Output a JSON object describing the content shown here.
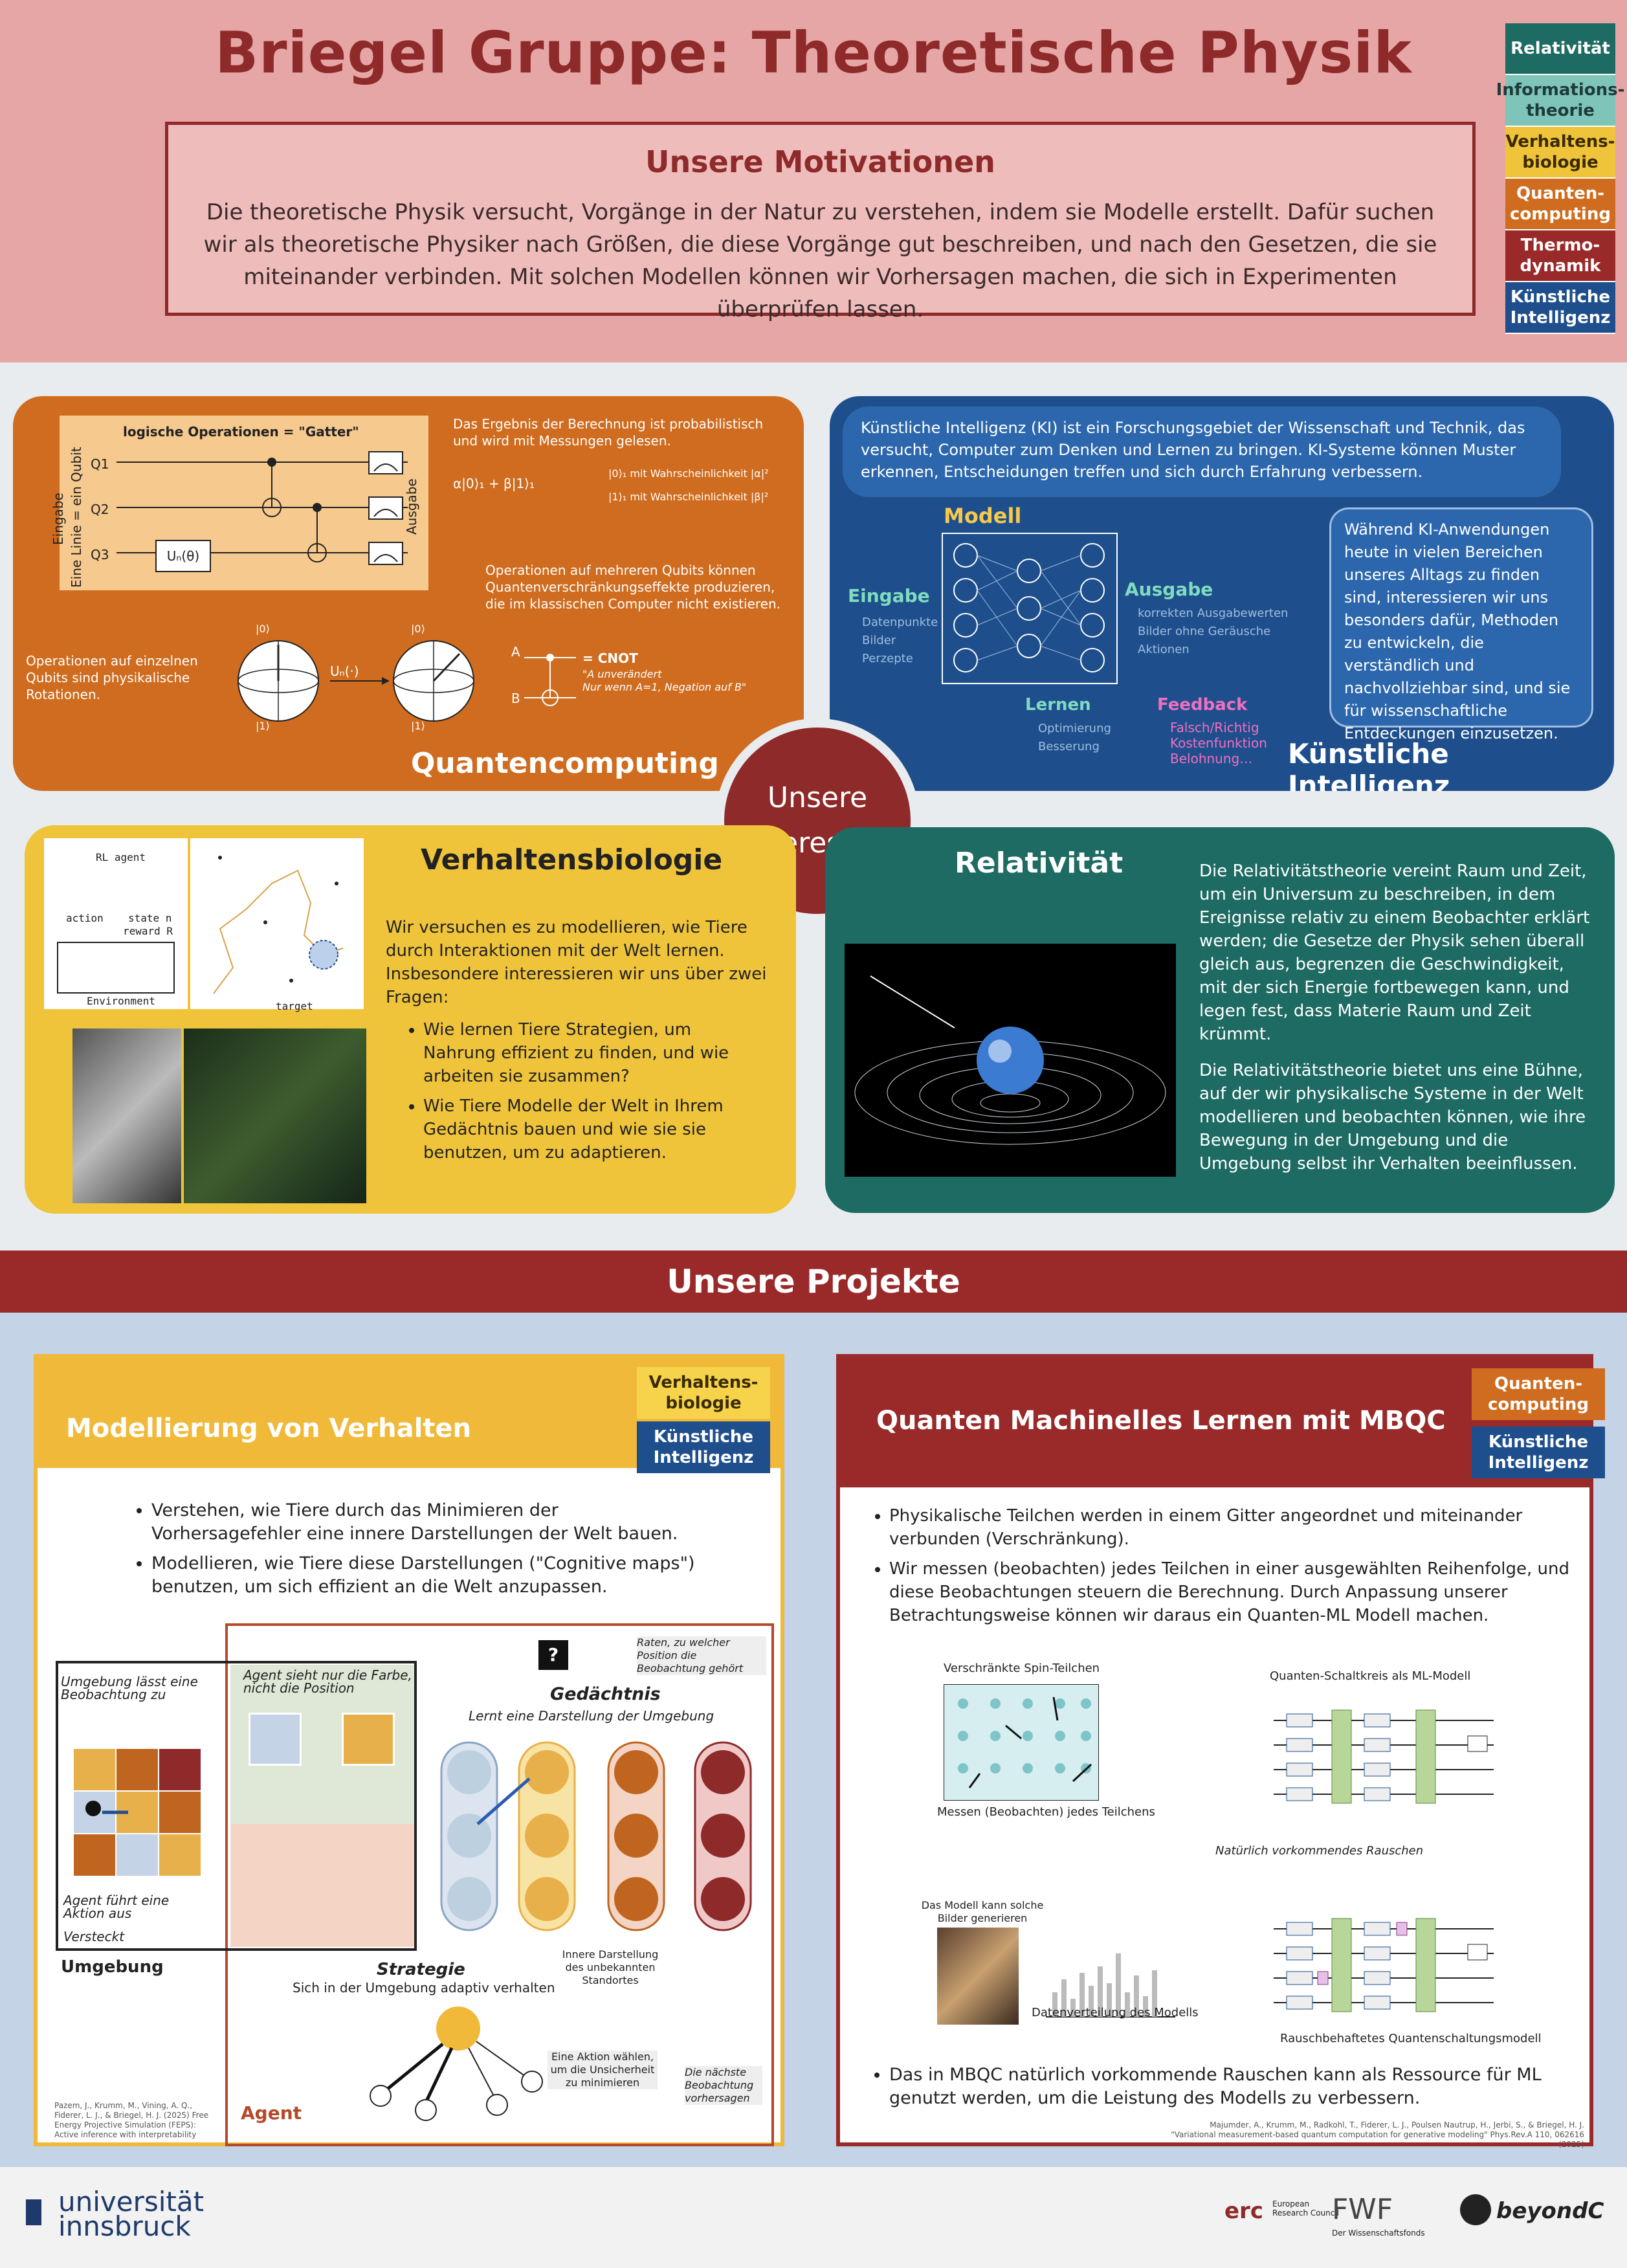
{
  "header": {
    "title": "Briegel Gruppe: Theoretische Physik",
    "motivation_title": "Unsere Motivationen",
    "motivation_text": "Die theoretische Physik versucht, Vorgänge in der Natur zu verstehen, indem sie Modelle erstellt. Dafür suchen wir als theoretische Physiker nach Größen, die diese Vorgänge gut beschreiben, und nach den Gesetzen, die sie miteinander verbinden. Mit solchen Modellen können wir Vorhersagen machen, die sich in Experimenten überprüfen lassen."
  },
  "legend": [
    {
      "label": "Relativität",
      "color": "#1e6b63",
      "text_color": "#ffffff"
    },
    {
      "label": "Informations-theorie",
      "color": "#7fc4b8",
      "text_color": "#1e3a3a"
    },
    {
      "label": "Verhaltens-biologie",
      "color": "#f0c43a",
      "text_color": "#3a2a00"
    },
    {
      "label": "Quanten-computing",
      "color": "#cf6c1f",
      "text_color": "#ffffff"
    },
    {
      "label": "Thermo-dynamik",
      "color": "#9a2a2a",
      "text_color": "#ffffff"
    },
    {
      "label": "Künstliche Intelligenz",
      "color": "#1e4f8c",
      "text_color": "#ffffff"
    }
  ],
  "center": {
    "label_line1": "Unsere",
    "label_line2": "Interessen"
  },
  "quantum": {
    "title": "Quantencomputing",
    "gates_label": "logische Operationen = \"Gatter\"",
    "input_label": "Eingabe",
    "qubit_label": "Eine Linie = ein Qubit",
    "output_label": "Ausgabe",
    "q1": "Q1",
    "q2": "Q2",
    "q3": "Q3",
    "gate": "Uₙ(θ)",
    "measure_text": "Das Ergebnis der Berechnung ist probabilistisch und wird mit Messungen gelesen.",
    "state": "α|0⟩₁ + β|1⟩₁",
    "outcome0": "|0⟩₁ mit Wahrscheinlichkeit |α|²",
    "outcome1": "|1⟩₁ mit Wahrscheinlichkeit |β|²",
    "multi_text": "Operationen auf mehreren Qubits können Quantenverschränkungseffekte produzieren, die im klassischen Computer nicht existieren.",
    "cnot": "= CNOT",
    "cnot_note1": "\"A unverändert",
    "cnot_note2": "Nur wenn A=1, Negation auf B\"",
    "a": "A",
    "b": "B",
    "single_text": "Operationen auf einzelnen Qubits sind physikalische Rotationen.",
    "ket0": "|0⟩",
    "ket1": "|1⟩",
    "rot": "Uₙ(·)"
  },
  "ai": {
    "title": "Künstliche Intelligenz",
    "intro": "Künstliche Intelligenz (KI) ist ein Forschungsgebiet der Wissenschaft und Technik, das versucht, Computer zum Denken und Lernen zu bringen. KI-Systeme können Muster erkennen, Entscheidungen treffen und sich durch Erfahrung verbessern.",
    "model": "Modell",
    "input": "Eingabe",
    "inputs": [
      "Datenpunkte",
      "Bilder",
      "Perzepte"
    ],
    "output": "Ausgabe",
    "outputs": [
      "korrekten Ausgabewerten",
      "Bilder ohne Geräusche",
      "Aktionen"
    ],
    "learn": "Lernen",
    "learns": [
      "Optimierung",
      "Besserung"
    ],
    "feedback": "Feedback",
    "feedbacks": [
      "Falsch/Richtig",
      "Kostenfunktion",
      "Belohnung…"
    ],
    "box_text": "Während KI-Anwendungen heute in vielen Bereichen unseres Alltags zu finden sind, interessieren wir uns besonders dafür, Methoden zu entwickeln, die verständlich und nachvollziehbar sind, und sie für wissenschaftliche Entdeckungen einzusetzen."
  },
  "behavior": {
    "title": "Verhaltensbiologie",
    "rl_agent": "RL agent",
    "action": "action",
    "state": "state n",
    "reward": "reward R",
    "environment": "Environment",
    "target": "target",
    "intro": "Wir versuchen es zu modellieren, wie Tiere durch Interaktionen mit der Welt lernen. Insbesondere interessieren wir uns über zwei Fragen:",
    "q1": "Wie lernen Tiere Strategien, um Nahrung effizient zu finden, und wie arbeiten sie zusammen?",
    "q2": "Wie Tiere Modelle der Welt in Ihrem Gedächtnis bauen und wie sie sie benutzen, um zu adaptieren."
  },
  "relativity": {
    "title": "Relativität",
    "p1": "Die Relativitätstheorie vereint Raum und Zeit, um ein Universum zu beschreiben, in dem Ereignisse relativ zu einem Beobachter erklärt werden; die Gesetze der Physik sehen überall gleich aus, begrenzen die Geschwindigkeit, mit der sich Energie fortbewegen kann, und legen fest, dass Materie Raum und Zeit krümmt.",
    "p2": "Die Relativitätstheorie bietet uns eine Bühne, auf der wir physikalische Systeme in der Welt modellieren und beobachten können, wie ihre Bewegung in der Umgebung und die Umgebung selbst ihr Verhalten beeinflussen."
  },
  "projects": {
    "title": "Unsere Projekte",
    "behavior_model": {
      "title": "Modellierung von Verhalten",
      "tag1": "Verhaltens-biologie",
      "tag2": "Künstliche Intelligenz",
      "b1": "Verstehen, wie Tiere durch das Minimieren der Vorhersagefehler eine innere Darstellungen der Welt bauen.",
      "b2": "Modellieren, wie Tiere diese Darstellungen (\"Cognitive maps\") benutzen, um sich effizient an die Welt anzupassen.",
      "env_obs": "Umgebung lässt eine Beobachtung zu",
      "agent_sees": "Agent sieht nur die Farbe, nicht die Position",
      "agent_acts": "Agent führt eine Aktion aus",
      "hidden": "Versteckt",
      "environment": "Umgebung",
      "question": "?",
      "guess": "Raten, zu welcher Position die Beobachtung gehört",
      "memory": "Gedächtnis",
      "memory_sub": "Lernt eine Darstellung der Umgebung",
      "inner": "Innere Darstellung des unbekannten Standortes",
      "strategy": "Strategie",
      "strategy_sub": "Sich in der Umgebung adaptiv verhalten",
      "choose": "Eine Aktion wählen, um die Unsicherheit zu minimieren",
      "next": "Die nächste Beobachtung vorhersagen",
      "agent": "Agent",
      "ref": "Pazem, J., Krumm, M., Vining, A. Q., Fiderer, L. J., & Briegel, H. J. (2025) Free Energy Projective Simulation (FEPS): Active inference with interpretability"
    },
    "qml": {
      "title": "Quanten Machinelles Lernen mit MBQC",
      "tag1": "Quanten-computing",
      "tag2": "Künstliche Intelligenz",
      "b1": "Physikalische Teilchen werden in einem Gitter angeordnet und miteinander verbunden (Verschränkung).",
      "b2": "Wir messen (beobachten) jedes Teilchen in einer ausgewählten Reihenfolge, und diese Beobachtungen steuern die Berechnung. Durch Anpassung unserer Betrachtungsweise können wir daraus ein Quanten-ML Modell machen.",
      "spins": "Verschränkte Spin-Teilchen",
      "measure": "Messen (Beobachten) jedes Teilchens",
      "circuit": "Quanten-Schaltkreis als ML-Modell",
      "noise": "Natürlich vorkommendes Rauschen",
      "gen": "Das Modell kann solche Bilder generieren",
      "dist": "Datenverteilung des Modells",
      "noisy": "Rauschbehaftetes Quantenschaltungsmodell",
      "b3": "Das in MBQC natürlich vorkommende Rauschen kann als Ressource für ML genutzt werden, um die Leistung des Modells zu verbessern.",
      "ref": "Majumder, A., Krumm, M., Radkohl, T., Fiderer, L. J., Poulsen Nautrup, H., Jerbi, S., & Briegel, H. J. \"Variational measurement-based quantum computation for generative modeling\" Phys.Rev.A 110, 062616 (2025)"
    }
  },
  "footer": {
    "uni1": "universität",
    "uni2": "innsbruck",
    "erc": "erc",
    "erc_sub": "European Research Council",
    "fwf": "FWF",
    "fwf_sub": "Der Wissenschaftsfonds",
    "beyond": "beyondC"
  }
}
